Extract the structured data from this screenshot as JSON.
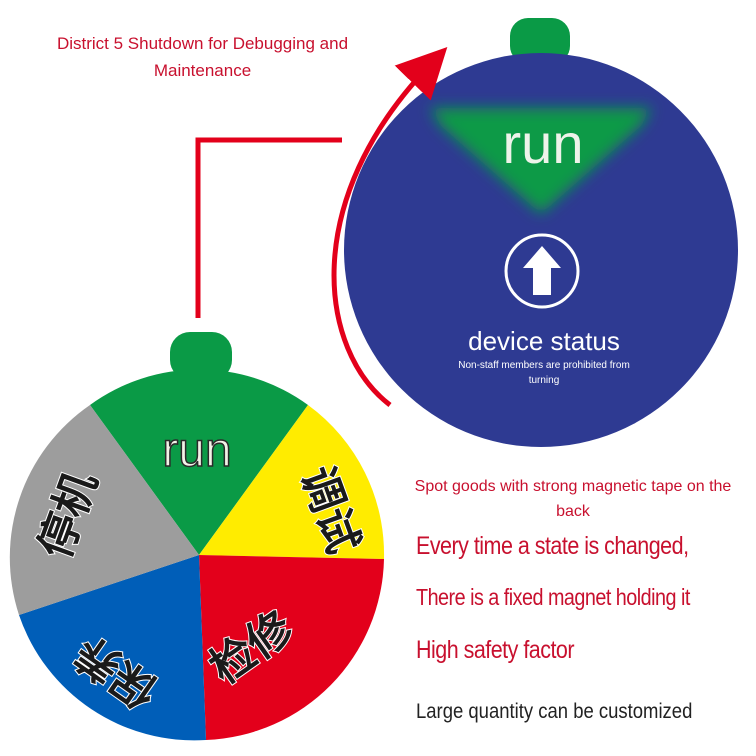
{
  "header": {
    "title": "District 5 Shutdown for Debugging and Maintenance"
  },
  "back_disc": {
    "window_label": "run",
    "status_title": "device status",
    "notice": "Non-staff members are prohibited from turning",
    "notice_line1": "Non-staff members are prohibited from",
    "notice_line2": "turning",
    "arrow_icon": "up-arrow-icon"
  },
  "front_dial": {
    "segments": [
      {
        "label": "run",
        "color": "#0a9a46"
      },
      {
        "label": "调试",
        "color": "#ffec00"
      },
      {
        "label": "检修",
        "color": "#e3001b"
      },
      {
        "label": "保养",
        "color": "#005eb8"
      },
      {
        "label": "停机",
        "color": "#9d9d9d"
      }
    ]
  },
  "features": {
    "spot_goods": "Spot goods with strong magnetic tape on the back",
    "spot_line1": "Spot goods with strong magnetic tape on the",
    "spot_line2": "back",
    "items": [
      "Every time a state is changed,",
      "There is a fixed magnet holding it",
      "High safety factor",
      "Large quantity can be customized"
    ]
  },
  "colors": {
    "accent_red": "#c8102e",
    "disc_blue": "#2e3a92",
    "green": "#0a9a46",
    "yellow": "#ffec00",
    "red": "#e3001b",
    "blue": "#005eb8",
    "gray": "#9d9d9d"
  }
}
